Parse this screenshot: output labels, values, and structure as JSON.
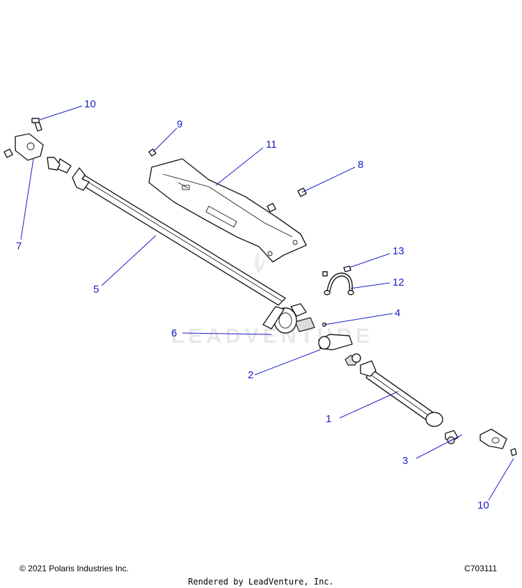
{
  "watermark": "LEADVENTURE",
  "callouts": [
    "10",
    "9",
    "11",
    "8",
    "7",
    "5",
    "13",
    "12",
    "4",
    "6",
    "2",
    "1",
    "3",
    "10"
  ],
  "footer": {
    "copyright": "© 2021 Polaris Industries Inc.",
    "code": "C703111",
    "rendered_by": "Rendered by LeadVenture, Inc."
  }
}
